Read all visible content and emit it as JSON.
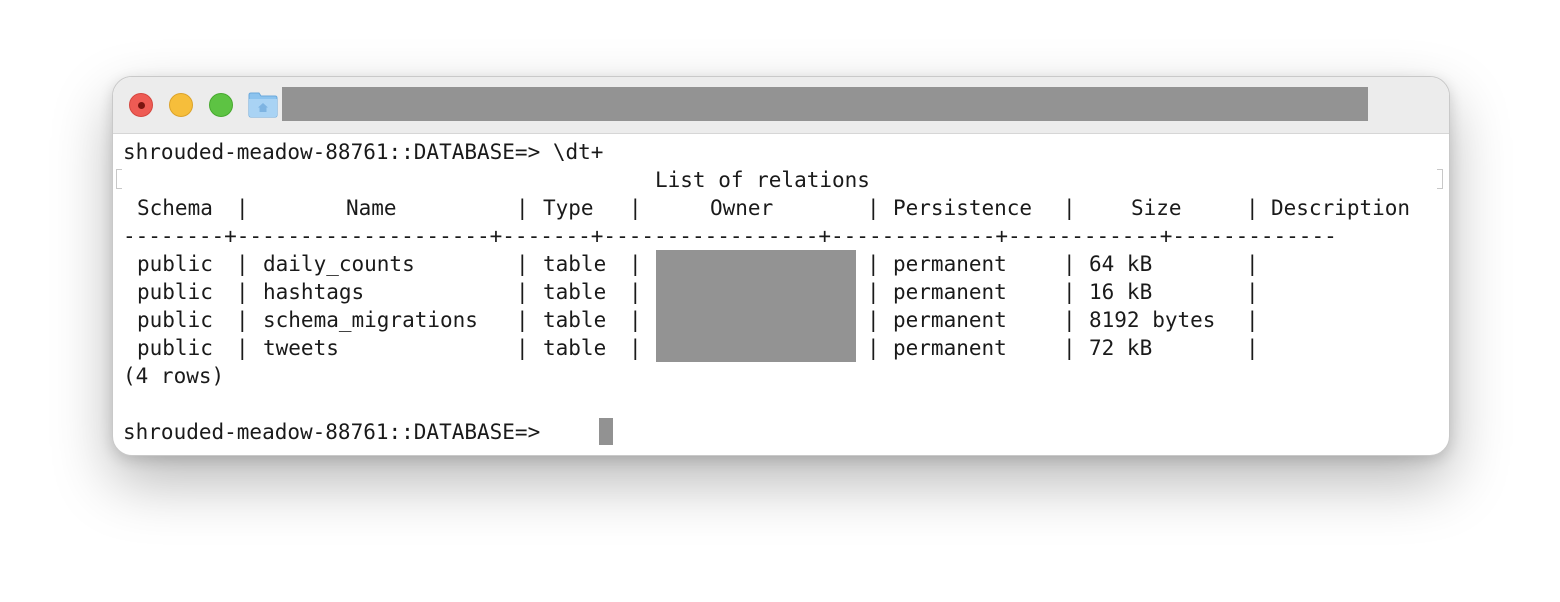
{
  "terminal": {
    "command_line": "shrouded-meadow-88761::DATABASE=> \\dt+",
    "table_title": "List of relations",
    "headers": {
      "schema": "Schema",
      "name": "Name",
      "type": "Type",
      "owner": "Owner",
      "persistence": "Persistence",
      "size": "Size",
      "description": "Description"
    },
    "divider": "--------+--------------------+-------+-----------------+-------------+------------+-------------",
    "rows": [
      {
        "schema": "public",
        "name": "daily_counts",
        "type": "table",
        "persistence": "permanent",
        "size": "64 kB"
      },
      {
        "schema": "public",
        "name": "hashtags",
        "type": "table",
        "persistence": "permanent",
        "size": "16 kB"
      },
      {
        "schema": "public",
        "name": "schema_migrations",
        "type": "table",
        "persistence": "permanent",
        "size": "8192 bytes"
      },
      {
        "schema": "public",
        "name": "tweets",
        "type": "table",
        "persistence": "permanent",
        "size": "72 kB"
      }
    ],
    "row_count": "(4 rows)",
    "prompt": "shrouded-meadow-88761::DATABASE=> "
  },
  "icons": {
    "close": "close-icon",
    "minimize": "minimize-icon",
    "zoom": "zoom-icon",
    "folder": "home-folder-icon"
  },
  "colors": {
    "close": "#ee5b54",
    "minimize": "#f6be3b",
    "zoom": "#5dc343",
    "redaction": "#939393",
    "text": "#1a1a1a"
  }
}
